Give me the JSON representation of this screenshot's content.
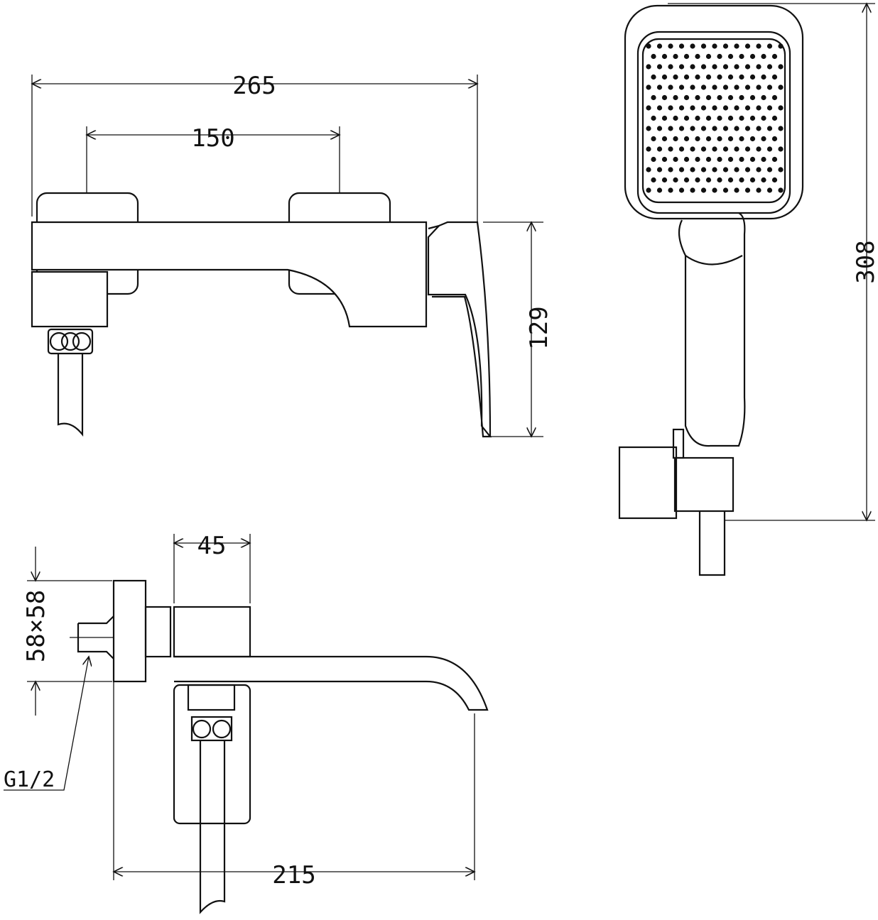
{
  "title": "Wall-mounted bath mixer with hand shower - dimension drawing",
  "dimensions": {
    "overall_width": "265",
    "inlet_centers": "150",
    "height_front": "129",
    "hand_shower_length": "308",
    "body_depth": "45",
    "escutcheon_size": "58×58",
    "thread": "G1/2",
    "spout_projection": "215"
  },
  "colors": {
    "line": "#111111",
    "background": "#ffffff"
  }
}
